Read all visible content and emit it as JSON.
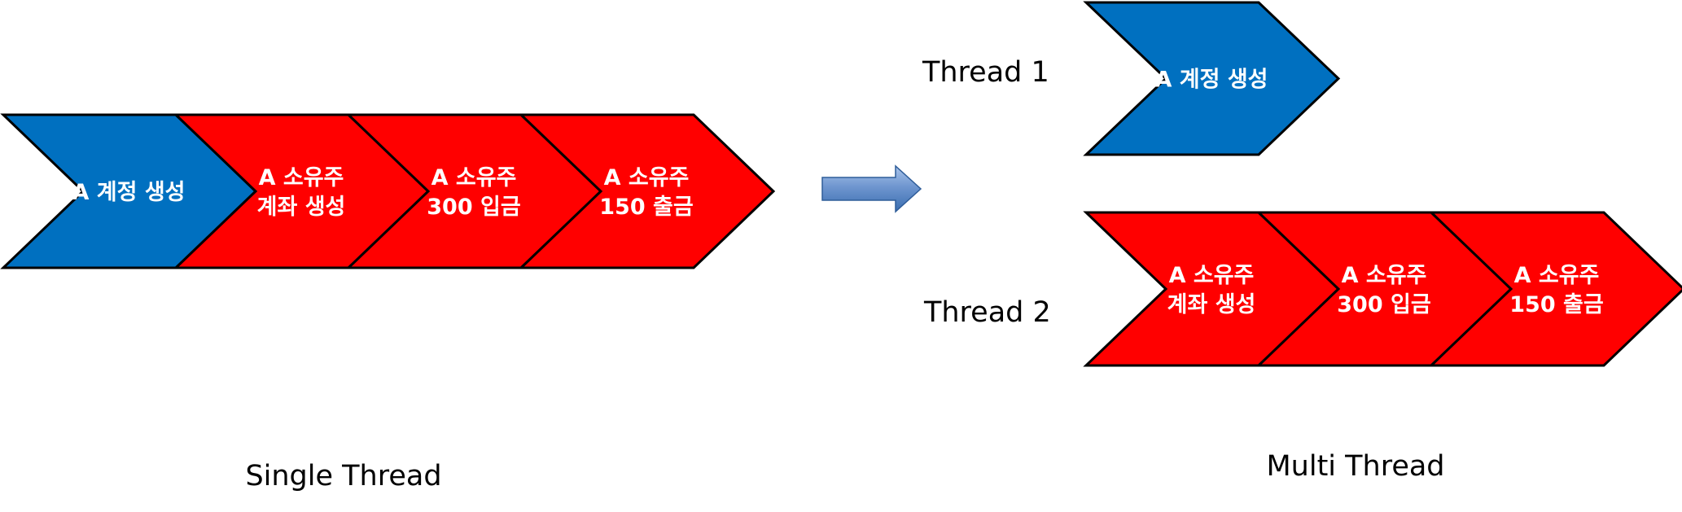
{
  "colors": {
    "blue": "#0070C0",
    "red": "#FF0000",
    "stroke": "#000000",
    "text_on_shape": "#FFFFFF",
    "arrow_light": "#A9C4EB",
    "arrow_dark": "#3A6DB0"
  },
  "single_thread": {
    "caption": "Single Thread",
    "steps": [
      {
        "lines": [
          "A 계정 생성"
        ],
        "color": "blue"
      },
      {
        "lines": [
          "A 소유주",
          "계좌 생성"
        ],
        "color": "red"
      },
      {
        "lines": [
          "A 소유주",
          "300 입금"
        ],
        "color": "red"
      },
      {
        "lines": [
          "A 소유주",
          "150 출금"
        ],
        "color": "red"
      }
    ]
  },
  "transition_arrow": {
    "icon": "right-arrow-icon"
  },
  "multi_thread": {
    "caption": "Multi Thread",
    "threads": [
      {
        "label": "Thread 1",
        "steps": [
          {
            "lines": [
              "A 계정 생성"
            ],
            "color": "blue"
          }
        ]
      },
      {
        "label": "Thread 2",
        "steps": [
          {
            "lines": [
              "A 소유주",
              "계좌 생성"
            ],
            "color": "red"
          },
          {
            "lines": [
              "A 소유주",
              "300 입금"
            ],
            "color": "red"
          },
          {
            "lines": [
              "A 소유주",
              "150 출금"
            ],
            "color": "red"
          }
        ]
      }
    ]
  }
}
